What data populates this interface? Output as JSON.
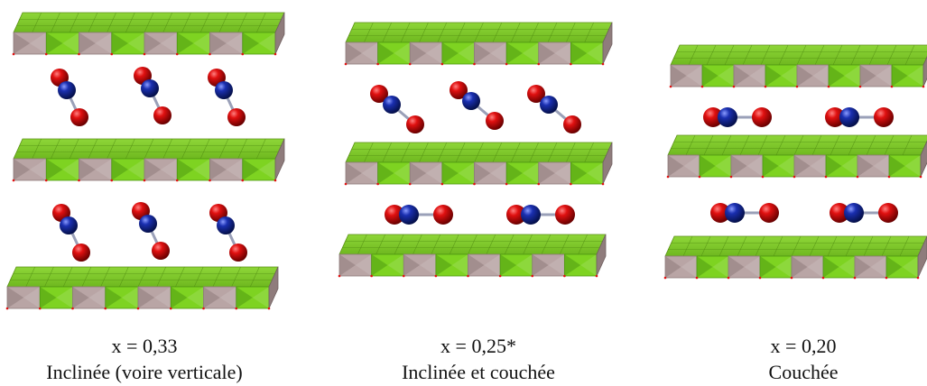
{
  "panels": [
    {
      "value": "x = 0,33",
      "label": "Inclinée (voire verticale)"
    },
    {
      "value": "x = 0,25*",
      "label": "Inclinée et couchée"
    },
    {
      "value": "x = 0,20",
      "label": "Couchée"
    }
  ],
  "colors": {
    "slab_green": "#7ed321",
    "slab_green_dark": "#4f9a12",
    "slab_grey": "#b9a5a5",
    "slab_grey_dark": "#8f7c7c",
    "oxygen": "#e01010",
    "nitrogen": "#1a2fb0",
    "bond": "#9aa0b8"
  },
  "icons": [
    "layered-slab-icon",
    "no2-tilted-molecule-icon",
    "no2-lying-molecule-icon"
  ]
}
